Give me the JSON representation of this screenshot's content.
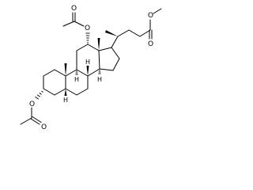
{
  "structure": {
    "atom_labels": {
      "ester_carbonyl_oxygen": "O",
      "ester_oxygen": "O",
      "acetate_12_carbonyl_oxygen": "O",
      "acetate_12_oxygen": "O",
      "acetate_3_oxygen": "O",
      "acetate_3_carbonyl_oxygen": "O"
    },
    "hydrogen_label": "H",
    "colors": {
      "bond": "#000000",
      "background": "#ffffff"
    }
  }
}
